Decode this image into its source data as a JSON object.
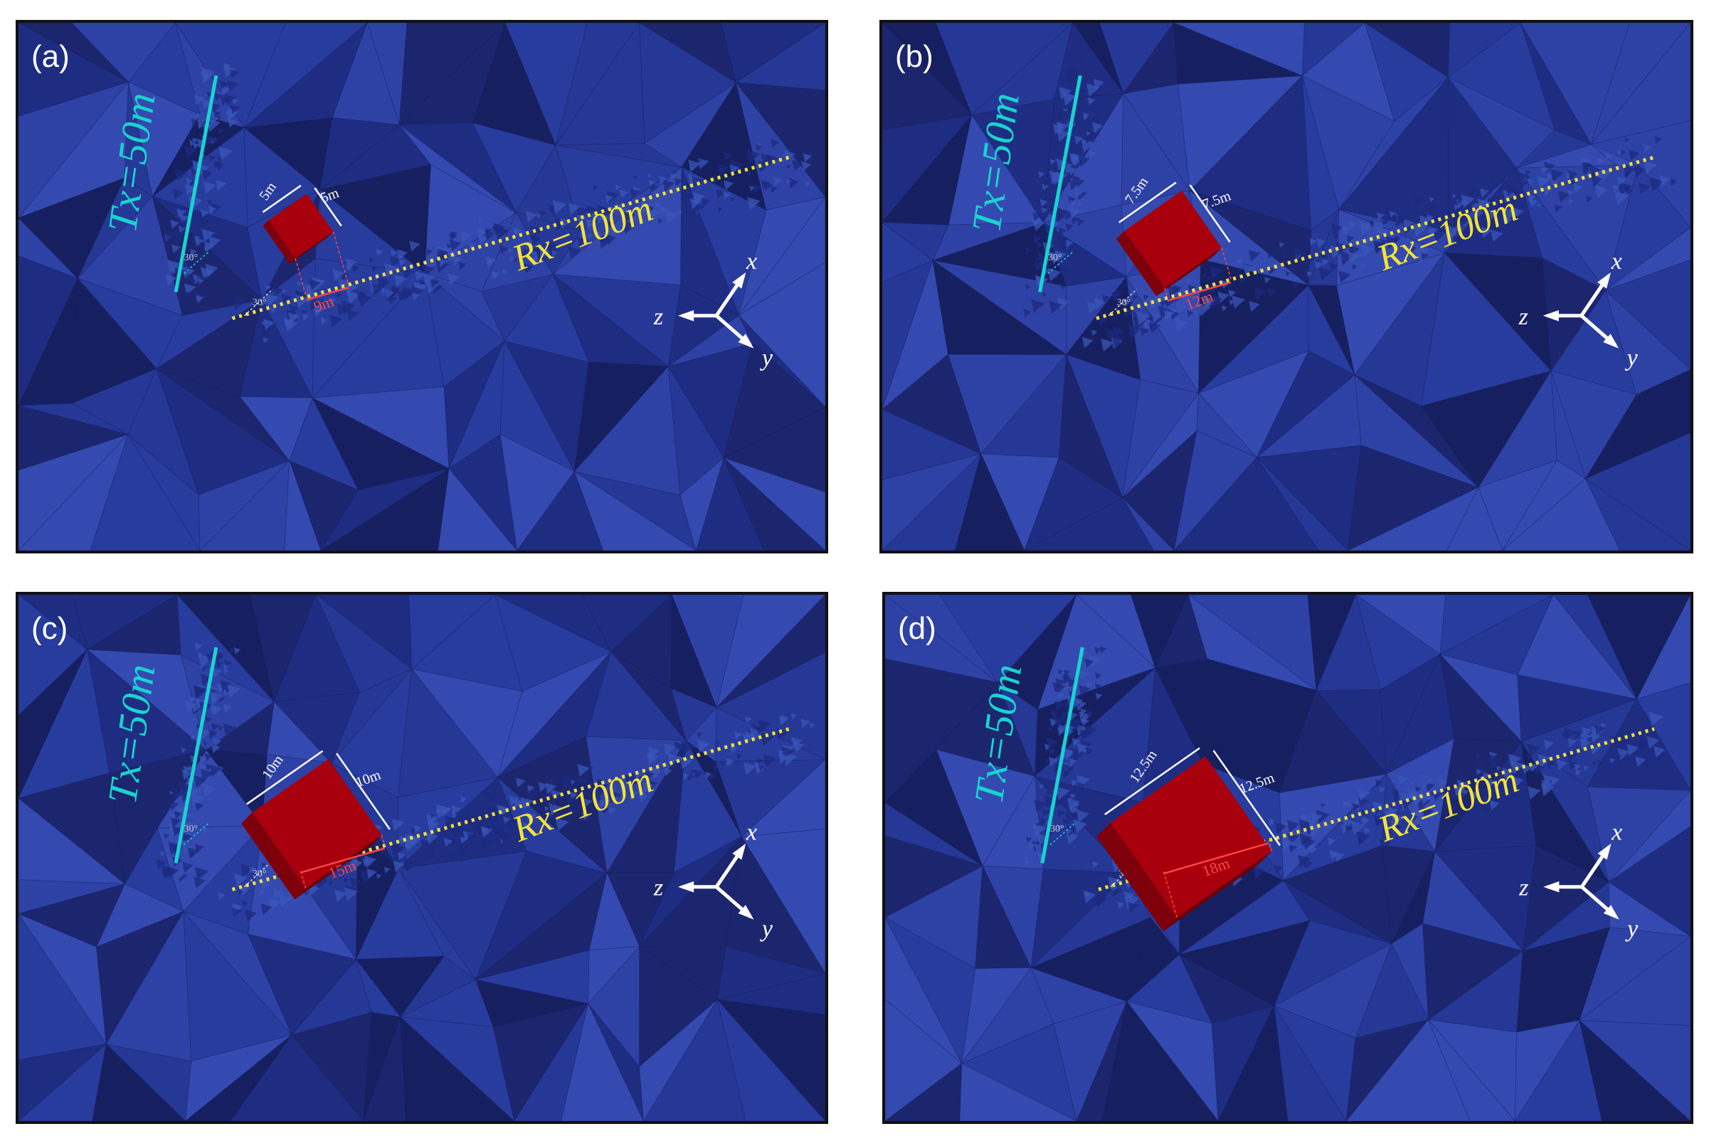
{
  "panels": [
    {
      "label": "(a)",
      "tx": "Tx=50m",
      "rx": "Rx=100m",
      "cube_size": 5,
      "dim1": "5m",
      "dim2": "5m",
      "sep": "9m",
      "angle_tx": "30°",
      "angle_rx": "30°",
      "axes": {
        "x": "x",
        "y": "y",
        "z": "z"
      }
    },
    {
      "label": "(b)",
      "tx": "Tx=50m",
      "rx": "Rx=100m",
      "cube_size": 7.5,
      "dim1": "7.5m",
      "dim2": "7.5m",
      "sep": "12m",
      "angle_tx": "30°",
      "angle_rx": "30°",
      "axes": {
        "x": "x",
        "y": "y",
        "z": "z"
      }
    },
    {
      "label": "(c)",
      "tx": "Tx=50m",
      "rx": "Rx=100m",
      "cube_size": 10,
      "dim1": "10m",
      "dim2": "10m",
      "sep": "15m",
      "angle_tx": "30°",
      "angle_rx": "30°",
      "axes": {
        "x": "x",
        "y": "y",
        "z": "z"
      }
    },
    {
      "label": "(d)",
      "tx": "Tx=50m",
      "rx": "Rx=100m",
      "cube_size": 12.5,
      "dim1": "12.5m",
      "dim2": "12.5m",
      "sep": "18m",
      "angle_tx": "30°",
      "angle_rx": "30°",
      "axes": {
        "x": "x",
        "y": "y",
        "z": "z"
      }
    }
  ],
  "colors": {
    "mesh_base": "#2e41a6",
    "tx_line": "#19d3d0",
    "rx_line": "#f2e33a",
    "cube": "#a8000c",
    "dimension": "#ff4545"
  }
}
